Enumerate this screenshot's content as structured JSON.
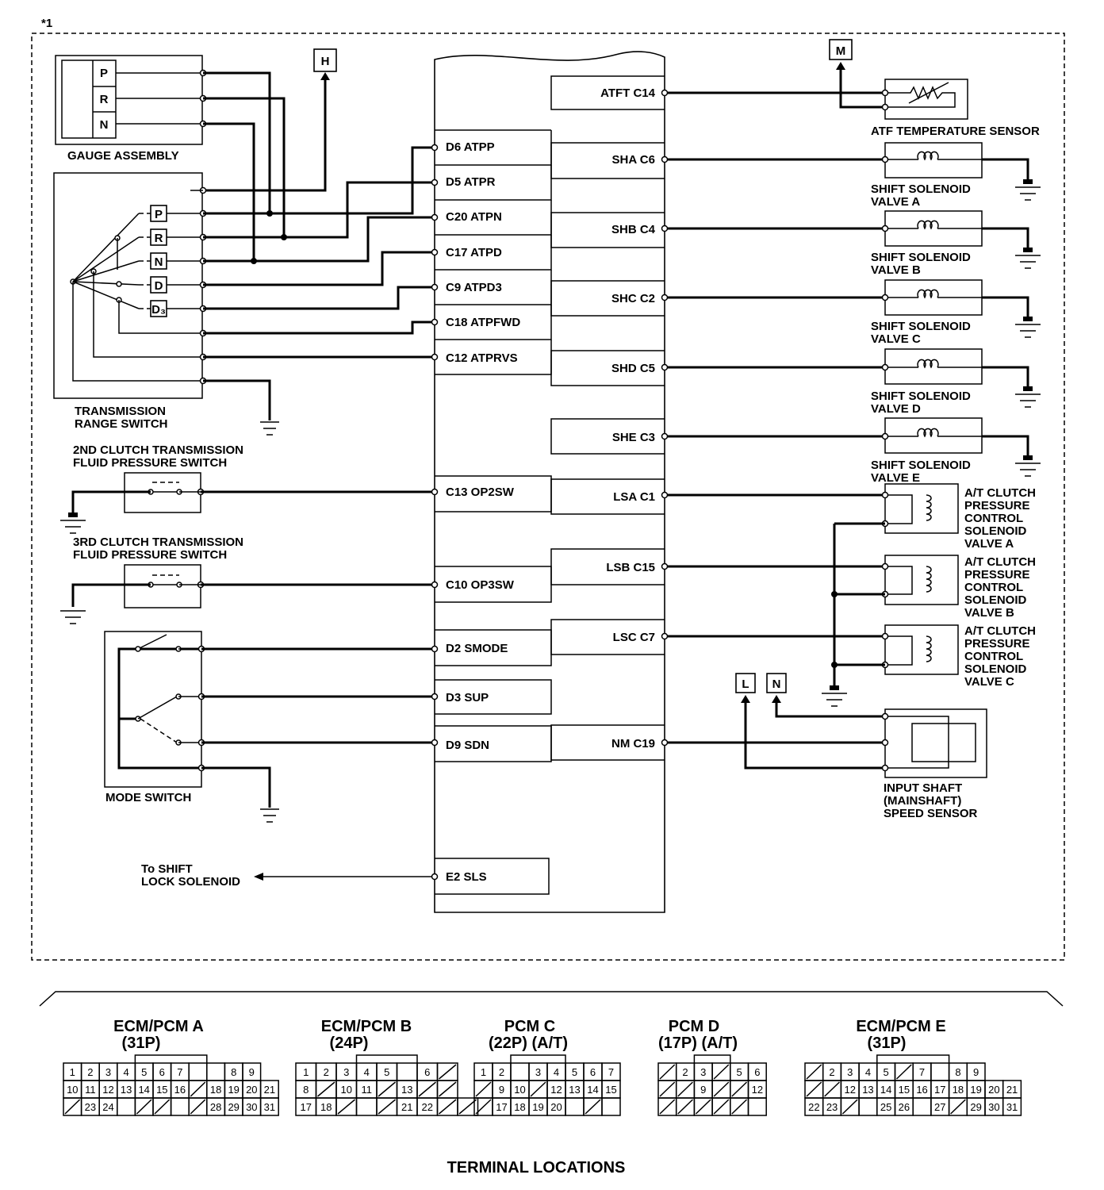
{
  "diagram": {
    "note_ref": "*1",
    "connectors": {
      "H": "H",
      "M": "M",
      "L": "L",
      "N": "N"
    },
    "components": {
      "gauge_assembly": {
        "name": "GAUGE ASSEMBLY",
        "positions": [
          "P",
          "R",
          "N"
        ]
      },
      "range_switch": {
        "name": [
          "TRANSMISSION",
          "RANGE SWITCH"
        ],
        "positions": [
          "P",
          "R",
          "N",
          "D",
          "D₃"
        ]
      },
      "op2": {
        "name": [
          "2ND CLUTCH TRANSMISSION",
          "FLUID PRESSURE SWITCH"
        ]
      },
      "op3": {
        "name": [
          "3RD CLUTCH TRANSMISSION",
          "FLUID PRESSURE SWITCH"
        ]
      },
      "mode_switch": {
        "name": "MODE SWITCH"
      },
      "shift_lock": {
        "name": [
          "To SHIFT",
          "LOCK SOLENOID"
        ]
      },
      "atf_sensor": {
        "name": "ATF TEMPERATURE SENSOR"
      },
      "solenoids": [
        {
          "name": [
            "SHIFT SOLENOID",
            "VALVE A"
          ]
        },
        {
          "name": [
            "SHIFT SOLENOID",
            "VALVE B"
          ]
        },
        {
          "name": [
            "SHIFT SOLENOID",
            "VALVE C"
          ]
        },
        {
          "name": [
            "SHIFT SOLENOID",
            "VALVE D"
          ]
        },
        {
          "name": [
            "SHIFT SOLENOID",
            "VALVE E"
          ]
        }
      ],
      "clutch_valves": [
        {
          "name": [
            "A/T CLUTCH",
            "PRESSURE",
            "CONTROL",
            "SOLENOID",
            "VALVE A"
          ]
        },
        {
          "name": [
            "A/T CLUTCH",
            "PRESSURE",
            "CONTROL",
            "SOLENOID",
            "VALVE B"
          ]
        },
        {
          "name": [
            "A/T CLUTCH",
            "PRESSURE",
            "CONTROL",
            "SOLENOID",
            "VALVE C"
          ]
        }
      ],
      "speed_sensor": {
        "name": [
          "INPUT SHAFT",
          "(MAINSHAFT)",
          "SPEED SENSOR"
        ]
      }
    },
    "pcm_left_pins": [
      "D6 ATPP",
      "D5 ATPR",
      "C20 ATPN",
      "C17 ATPD",
      "C9 ATPD3",
      "C18 ATPFWD",
      "C12 ATPRVS",
      "C13 OP2SW",
      "C10 OP3SW",
      "D2 SMODE",
      "D3 SUP",
      "D9 SDN",
      "E2 SLS"
    ],
    "pcm_right_pins": [
      "ATFT C14",
      "SHA C6",
      "SHB C4",
      "SHC C2",
      "SHD C5",
      "SHE C3",
      "LSA C1",
      "LSB C15",
      "LSC C7",
      "NM C19"
    ]
  },
  "terminal_locations": {
    "title": "TERMINAL LOCATIONS",
    "connectors": [
      {
        "title": "ECM/PCM A",
        "sub": "(31P)",
        "rows": [
          [
            "1",
            "2",
            "3",
            "4",
            "5",
            "6",
            "7",
            "",
            "",
            "8",
            "9"
          ],
          [
            "10",
            "11",
            "12",
            "13",
            "14",
            "15",
            "16",
            "/",
            "18",
            "19",
            "20",
            "21"
          ],
          [
            "/",
            "23",
            "24",
            "",
            "/",
            "/",
            "",
            "/",
            "28",
            "29",
            "30",
            "31"
          ]
        ]
      },
      {
        "title": "ECM/PCM B",
        "sub": "(24P)",
        "rows": [
          [
            "1",
            "2",
            "3",
            "4",
            "5",
            "",
            "6",
            "/"
          ],
          [
            "8",
            "/",
            "10",
            "11",
            "/",
            "13",
            "/",
            "/"
          ],
          [
            "17",
            "18",
            "/",
            "",
            "/",
            "21",
            "22",
            "/",
            "/"
          ]
        ]
      },
      {
        "title": "PCM C",
        "sub": "(22P) (A/T)",
        "rows": [
          [
            "1",
            "2",
            "",
            "3",
            "4",
            "5",
            "6",
            "7"
          ],
          [
            "/",
            "9",
            "10",
            "/",
            "12",
            "13",
            "14",
            "15"
          ],
          [
            "/",
            "17",
            "18",
            "19",
            "20",
            "",
            "/",
            ""
          ]
        ]
      },
      {
        "title": "PCM D",
        "sub": "(17P) (A/T)",
        "rows": [
          [
            "/",
            "2",
            "3",
            "/",
            "5",
            "6"
          ],
          [
            "/",
            "/",
            "9",
            "/",
            "/",
            "12"
          ],
          [
            "/",
            "/",
            "/",
            "/",
            "/",
            ""
          ]
        ]
      },
      {
        "title": "ECM/PCM E",
        "sub": "(31P)",
        "rows": [
          [
            "/",
            "2",
            "3",
            "4",
            "5",
            "/",
            "7",
            "",
            "8",
            "9"
          ],
          [
            "/",
            "/",
            "12",
            "13",
            "14",
            "15",
            "16",
            "17",
            "18",
            "19",
            "20",
            "21"
          ],
          [
            "22",
            "23",
            "/",
            "",
            "25",
            "26",
            "",
            "27",
            "/",
            "29",
            "30",
            "31"
          ]
        ]
      }
    ]
  }
}
